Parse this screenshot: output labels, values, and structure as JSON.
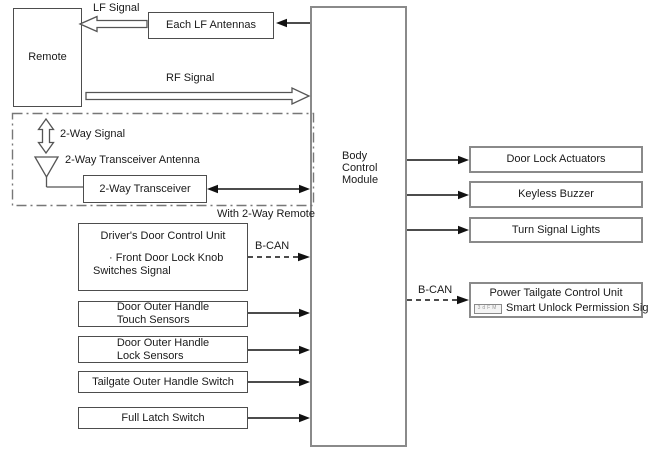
{
  "nodes": {
    "remote": {
      "label": "Remote"
    },
    "each_lf_antennas": {
      "label": "Each LF Antennas"
    },
    "two_way_transceiver": {
      "label": "2-Way Transceiver"
    },
    "drivers_door_control_unit": {
      "title": "Driver's Door Control Unit",
      "line1": "· Front Door Lock Knob",
      "line2": "Switches Signal"
    },
    "door_outer_touch": {
      "line1": "Door Outer Handle",
      "line2": "Touch Sensors"
    },
    "door_outer_lock": {
      "line1": "Door Outer Handle",
      "line2": "Lock Sensors"
    },
    "tailgate_outer_handle_switch": {
      "label": "Tailgate Outer Handle Switch"
    },
    "full_latch_switch": {
      "label": "Full Latch Switch"
    },
    "body_control_module": {
      "line1": "Body",
      "line2": "Control",
      "line3": "Module"
    },
    "door_lock_actuators": {
      "label": "Door Lock Actuators"
    },
    "keyless_buzzer": {
      "label": "Keyless Buzzer"
    },
    "turn_signal_lights": {
      "label": "Turn Signal Lights"
    },
    "power_tailgate_control_unit": {
      "title": "Power Tailgate Control Unit",
      "badge": "3dFM",
      "signal": "Smart Unlock Permission Sig"
    }
  },
  "labels": {
    "lf_signal": "LF Signal",
    "rf_signal": "RF Signal",
    "two_way_signal": "2-Way Signal",
    "two_way_transceiver_antenna": "2-Way Transceiver Antenna",
    "with_two_way_remote": "With 2-Way Remote",
    "b_can_left": "B-CAN",
    "b_can_right": "B-CAN"
  },
  "colors": {
    "box_border": "#4d4d4d",
    "thick_border": "#8a8a8a",
    "arrow": "#111111",
    "hollow_arrow_stroke": "#555555",
    "dash_region": "#777777",
    "text": "#1a1a1a"
  }
}
